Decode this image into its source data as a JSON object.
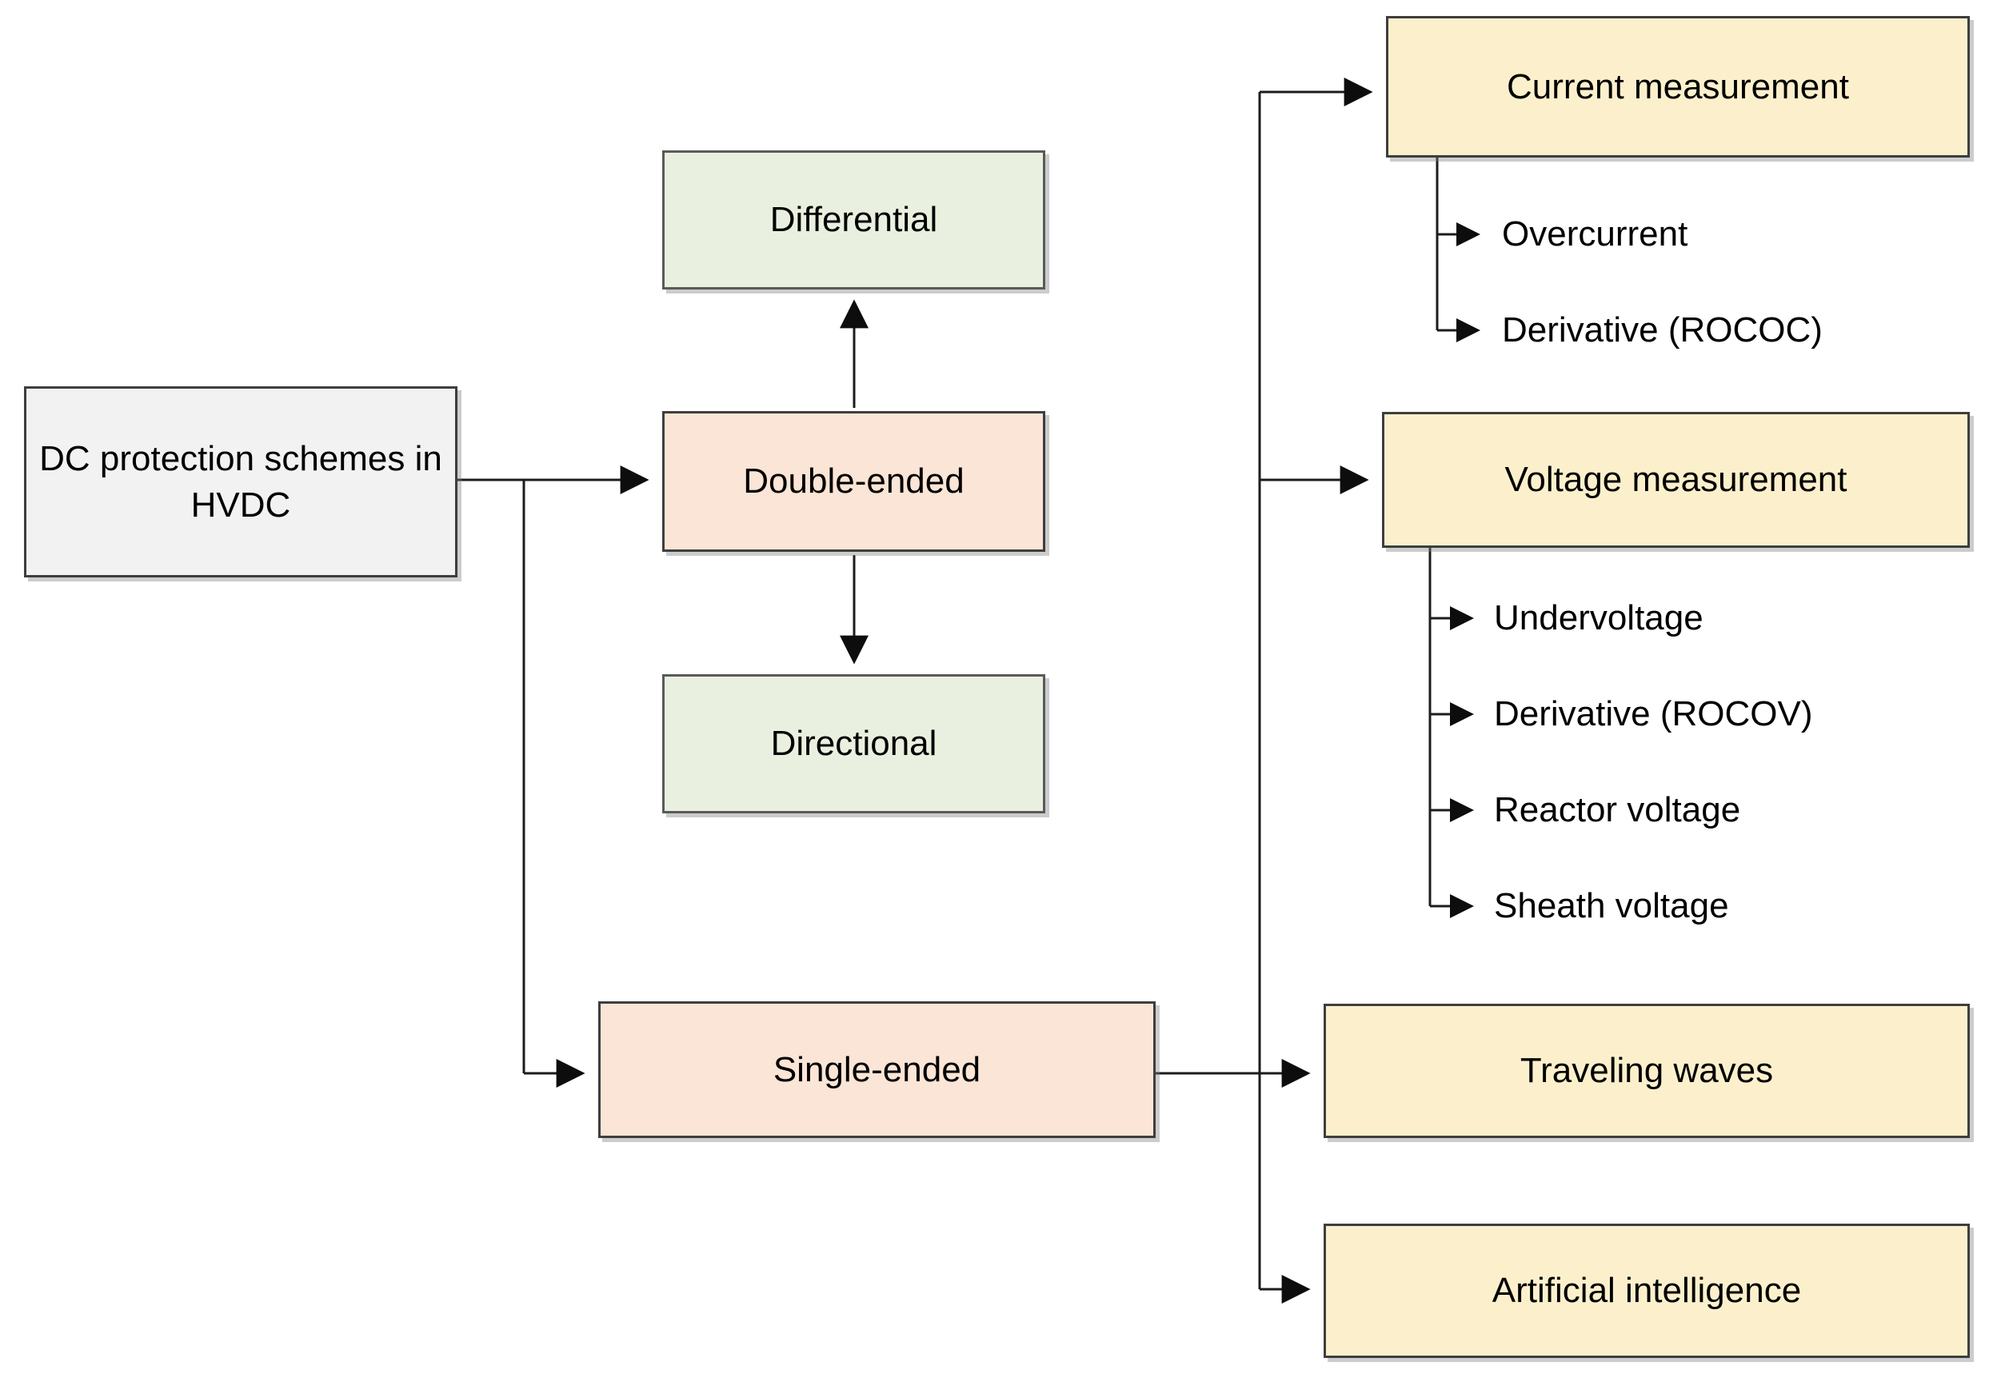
{
  "diagram_title": "DC protection schemes in HVDC",
  "colors": {
    "root_fill": "#F2F2F2",
    "stage_fill": "#FBE5D6",
    "type_fill": "#E9F0DF",
    "method_fill": "#FCF0CC",
    "border": "#3E3E3E",
    "line": "#1C1C1C",
    "text": "#000000"
  },
  "nodes": {
    "root": "DC protection schemes in HVDC",
    "differential": "Differential",
    "double_ended": "Double-ended",
    "directional": "Directional",
    "single_ended": "Single-ended",
    "current_measurement": "Current measurement",
    "voltage_measurement": "Voltage measurement",
    "traveling_waves": "Traveling waves",
    "artificial_intelligence": "Artificial intelligence"
  },
  "current_measurement_children": [
    "Overcurrent",
    "Derivative (ROCOC)"
  ],
  "voltage_measurement_children": [
    "Undervoltage",
    "Derivative (ROCOV)",
    "Reactor voltage",
    "Sheath voltage"
  ]
}
